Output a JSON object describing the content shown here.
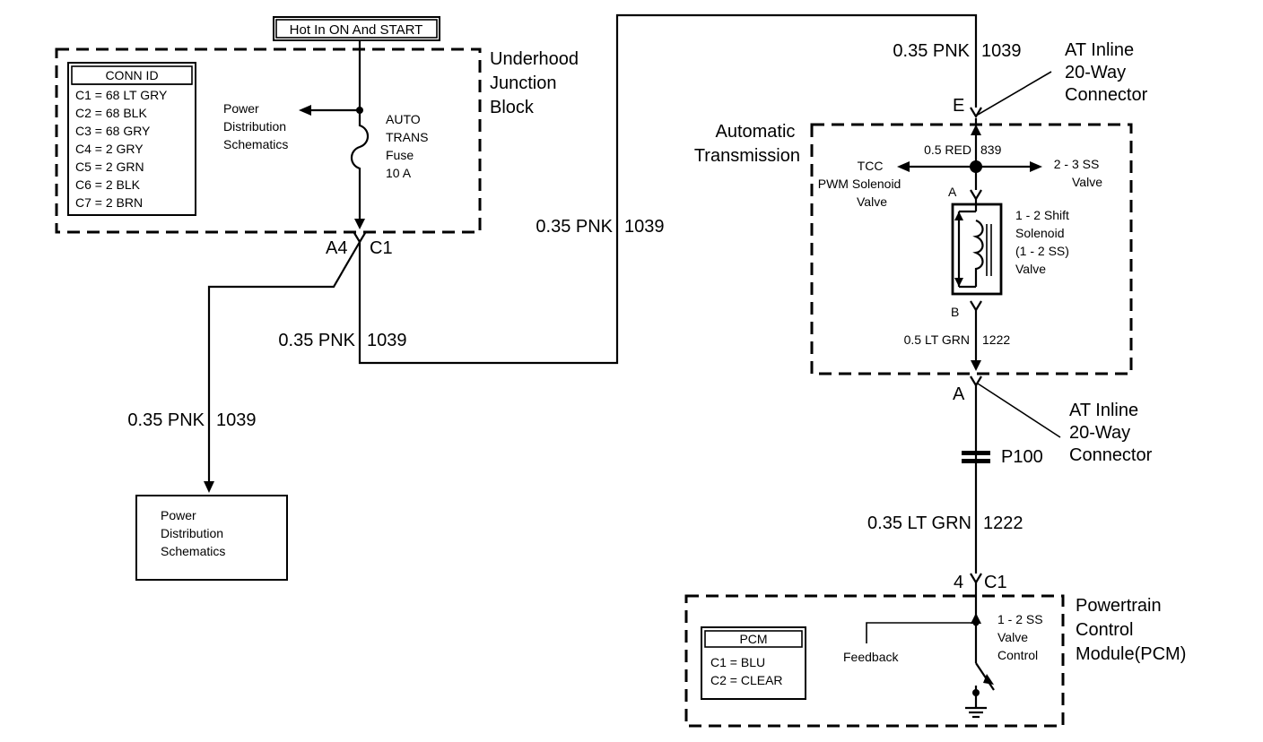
{
  "power_source": {
    "label": "Hot In ON And START"
  },
  "underhood_block": {
    "title": [
      "Underhood",
      "Junction",
      "Block"
    ],
    "conn_id": {
      "header": "CONN ID",
      "rows": [
        "C1 = 68 LT GRY",
        "C2 = 68 BLK",
        "C3 = 68 GRY",
        "C4 = 2 GRY",
        "C5 = 2 GRN",
        "C6 = 2 BLK",
        "C7 = 2 BRN"
      ]
    },
    "power_dist_ref": [
      "Power",
      "Distribution",
      "Schematics"
    ],
    "fuse": [
      "AUTO",
      "TRANS",
      "Fuse",
      "10 A"
    ],
    "connector_pin": "A4",
    "connector_id": "C1"
  },
  "wires": {
    "w_left_1": {
      "gauge": "0.35 PNK",
      "circuit": "1039"
    },
    "w_left_2": {
      "gauge": "0.35 PNK",
      "circuit": "1039"
    },
    "w_mid": {
      "gauge": "0.35 PNK",
      "circuit": "1039"
    },
    "w_top_right": {
      "gauge": "0.35 PNK",
      "circuit": "1039"
    },
    "w_red": {
      "gauge": "0.5 RED",
      "circuit": "839"
    },
    "w_ltgrn_inner": {
      "gauge": "0.5 LT GRN",
      "circuit": "1222"
    },
    "w_ltgrn_outer": {
      "gauge": "0.35 LT GRN",
      "circuit": "1222"
    }
  },
  "power_dist_box": {
    "lines": [
      "Power",
      "Distribution",
      "Schematics"
    ]
  },
  "at_inline_top": {
    "pin": "E",
    "label": [
      "AT Inline",
      "20-Way",
      "Connector"
    ]
  },
  "at_inline_bottom": {
    "pin": "A",
    "label": [
      "AT Inline",
      "20-Way",
      "Connector"
    ]
  },
  "transmission": {
    "title": [
      "Automatic",
      "Transmission"
    ],
    "tcc": [
      "TCC",
      "PWM Solenoid",
      "Valve"
    ],
    "ss23": [
      "2 - 3 SS",
      "Valve"
    ],
    "solenoid": [
      "1 - 2 Shift",
      "Solenoid",
      "(1 - 2 SS)",
      "Valve"
    ],
    "pin_a": "A",
    "pin_b": "B"
  },
  "splice": {
    "label": "P100"
  },
  "pcm": {
    "connector_pin": "4",
    "connector_id": "C1",
    "title": [
      "Powertrain",
      "Control",
      "Module(PCM)"
    ],
    "conn_id": {
      "header": "PCM",
      "rows": [
        "C1 = BLU",
        "C2 = CLEAR"
      ]
    },
    "feedback": "Feedback",
    "control": [
      "1 - 2 SS",
      "Valve",
      "Control"
    ]
  }
}
